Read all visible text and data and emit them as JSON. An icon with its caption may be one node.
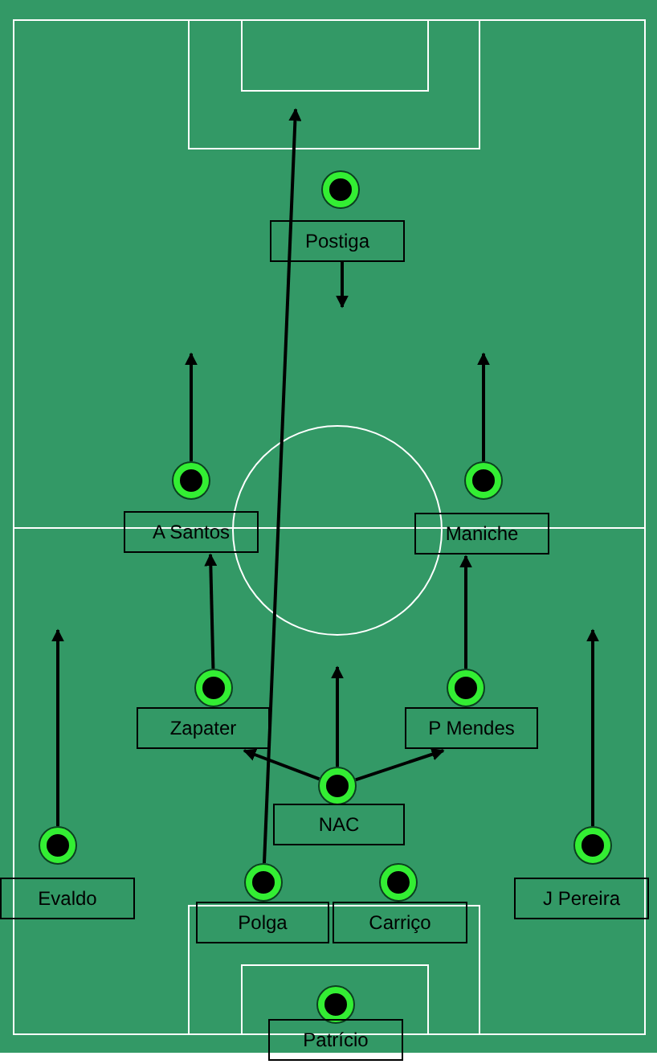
{
  "diagram": {
    "nodes": [
      {
        "text": [],
        "shape": "circle"
      },
      {
        "text": [
          "Postiga"
        ]
      },
      {
        "text": [],
        "shape": "circle"
      },
      {
        "text": [],
        "shape": "circle"
      },
      {
        "text": [
          "A Santos"
        ]
      },
      {
        "text": [
          "Maniche"
        ]
      },
      {
        "text": [],
        "shape": "circle"
      },
      {
        "text": [],
        "shape": "circle"
      },
      {
        "text": [
          "Zapater"
        ]
      },
      {
        "text": [
          "P Mendes"
        ]
      },
      {
        "text": [],
        "shape": "circle"
      },
      {
        "text": [
          "NAC"
        ]
      },
      {
        "text": [],
        "shape": "circle"
      },
      {
        "text": [],
        "shape": "circle"
      },
      {
        "text": [
          "Evaldo"
        ]
      },
      {
        "text": [
          "J Pereira"
        ]
      },
      {
        "text": [],
        "shape": "circle"
      },
      {
        "text": [],
        "shape": "circle"
      },
      {
        "text": [
          "Polga"
        ]
      },
      {
        "text": [
          "Carriço"
        ]
      },
      {
        "text": [],
        "shape": "circle"
      },
      {
        "text": [
          "Patrício"
        ]
      }
    ],
    "edges": [
      {
        "from": 1,
        "to": null,
        "arrow": "to"
      },
      {
        "from": 2,
        "to": null,
        "arrow": "to"
      },
      {
        "from": 3,
        "to": null,
        "arrow": "to"
      },
      {
        "from": 6,
        "to": 4,
        "arrow": "to"
      },
      {
        "from": 7,
        "to": 5,
        "arrow": "to"
      },
      {
        "from": 10,
        "to": null,
        "arrow": "to"
      },
      {
        "from": 10,
        "to": 8,
        "arrow": "to"
      },
      {
        "from": 10,
        "to": 9,
        "arrow": "to"
      },
      {
        "from": 12,
        "to": null,
        "arrow": "to"
      },
      {
        "from": 13,
        "to": null,
        "arrow": "to"
      },
      {
        "from": 16,
        "to": null,
        "arrow": "to"
      }
    ]
  }
}
